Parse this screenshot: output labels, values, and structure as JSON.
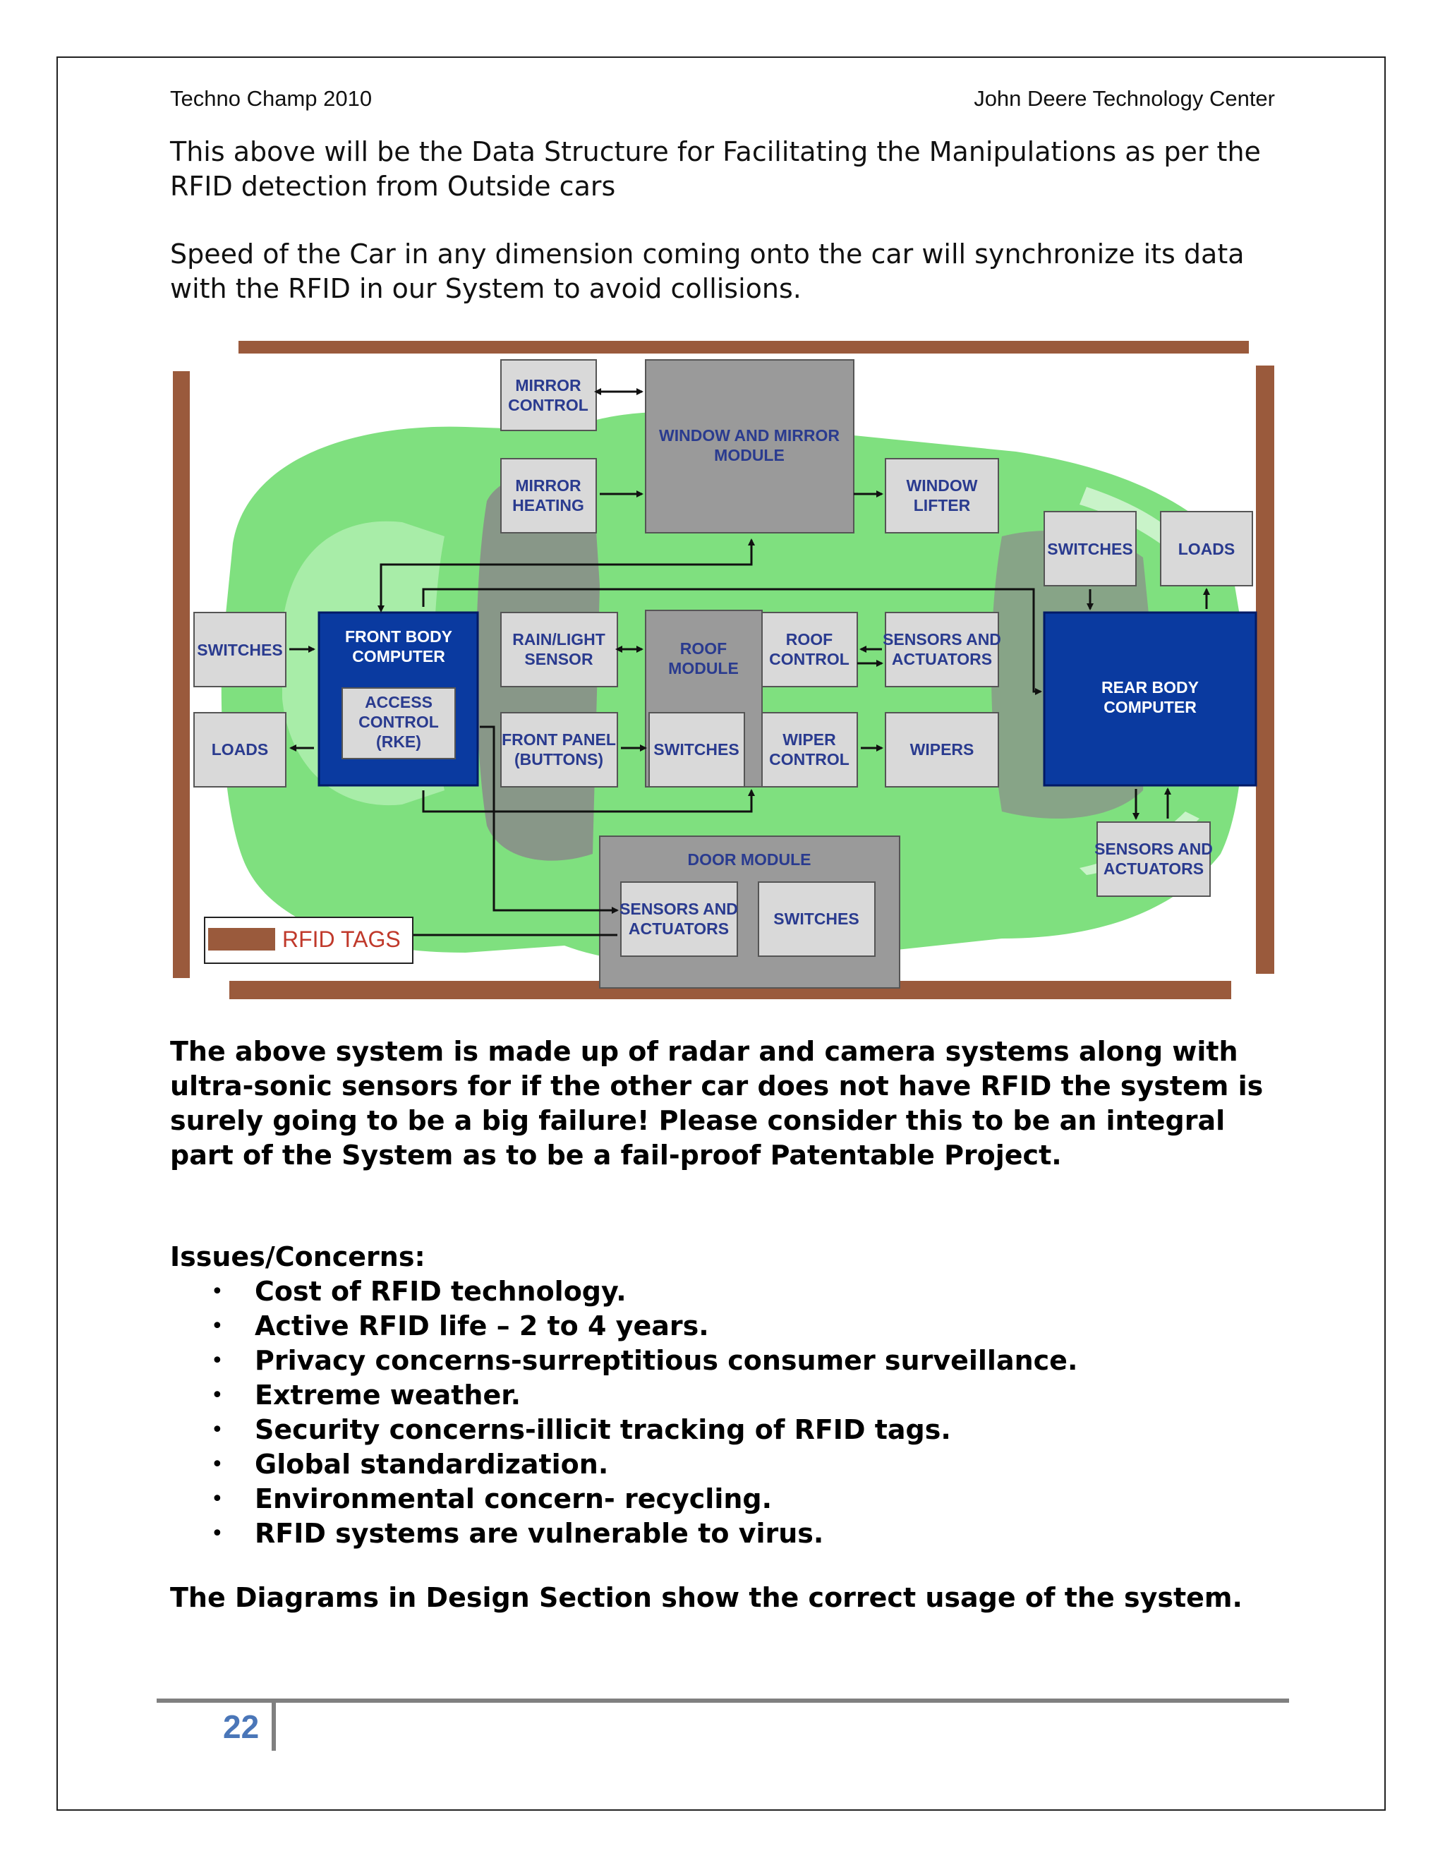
{
  "header": {
    "left": "Techno Champ 2010",
    "right": "John Deere Technology Center"
  },
  "intro": {
    "p1": "This above will be the Data Structure for Facilitating the Manipulations as per the RFID detection from Outside cars",
    "p2": "Speed of the Car in any dimension coming onto the car will synchronize its data with the RFID in our System to avoid collisions."
  },
  "diagram": {
    "blocks": {
      "mirror_control": [
        "MIRROR",
        "CONTROL"
      ],
      "window_mirror_module": [
        "WINDOW AND MIRROR",
        "MODULE"
      ],
      "mirror_heating": [
        "MIRROR",
        "HEATING"
      ],
      "window_lifter": [
        "WINDOW",
        "LIFTER"
      ],
      "switches_rear": [
        "SWITCHES"
      ],
      "loads_rear": [
        "LOADS"
      ],
      "switches_front": [
        "SWITCHES"
      ],
      "front_body_computer": [
        "FRONT BODY",
        "COMPUTER"
      ],
      "access_control": [
        "ACCESS",
        "CONTROL",
        "(RKE)"
      ],
      "rain_light_sensor": [
        "RAIN/LIGHT",
        "SENSOR"
      ],
      "roof_module": [
        "ROOF",
        "MODULE"
      ],
      "roof_control": [
        "ROOF",
        "CONTROL"
      ],
      "sensors_actuators_top": [
        "SENSORS AND",
        "ACTUATORS"
      ],
      "rear_body_computer": [
        "REAR BODY",
        "COMPUTER"
      ],
      "loads_front": [
        "LOADS"
      ],
      "front_panel": [
        "FRONT PANEL",
        "(BUTTONS)"
      ],
      "switches_mid": [
        "SWITCHES"
      ],
      "wiper_control": [
        "WIPER",
        "CONTROL"
      ],
      "wipers": [
        "WIPERS"
      ],
      "sensors_actuators_rear": [
        "SENSORS AND",
        "ACTUATORS"
      ],
      "door_module": [
        "DOOR MODULE"
      ],
      "sensors_actuators_door": [
        "SENSORS AND",
        "ACTUATORS"
      ],
      "switches_door": [
        "SWITCHES"
      ]
    },
    "legend_label": "RFID TAGS",
    "colors": {
      "car_green": "#7fe07f",
      "rfid_brown": "#9a5a3c",
      "grey_block": "#9a9a9a",
      "light_block": "#d9d9d9",
      "blue_block": "#0a3aa0",
      "block_text": "#2a3b8f"
    }
  },
  "body": {
    "summary": "The above system is made up of radar and camera systems along with ultra-sonic sensors for if the other car does not have RFID the system is surely going to be a big failure! Please consider this to be an integral part of the System as to be a fail-proof Patentable Project.",
    "issues_heading": "Issues/Concerns:",
    "issues": [
      "Cost of RFID technology.",
      "Active RFID life – 2 to 4 years.",
      "Privacy concerns-surreptitious consumer surveillance.",
      "Extreme weather.",
      "Security concerns-illicit tracking of RFID tags.",
      "Global standardization.",
      "Environmental concern- recycling.",
      "RFID systems are vulnerable to virus."
    ],
    "closing": "The Diagrams in Design Section show the correct usage of the system."
  },
  "footer": {
    "page_number": "22"
  }
}
